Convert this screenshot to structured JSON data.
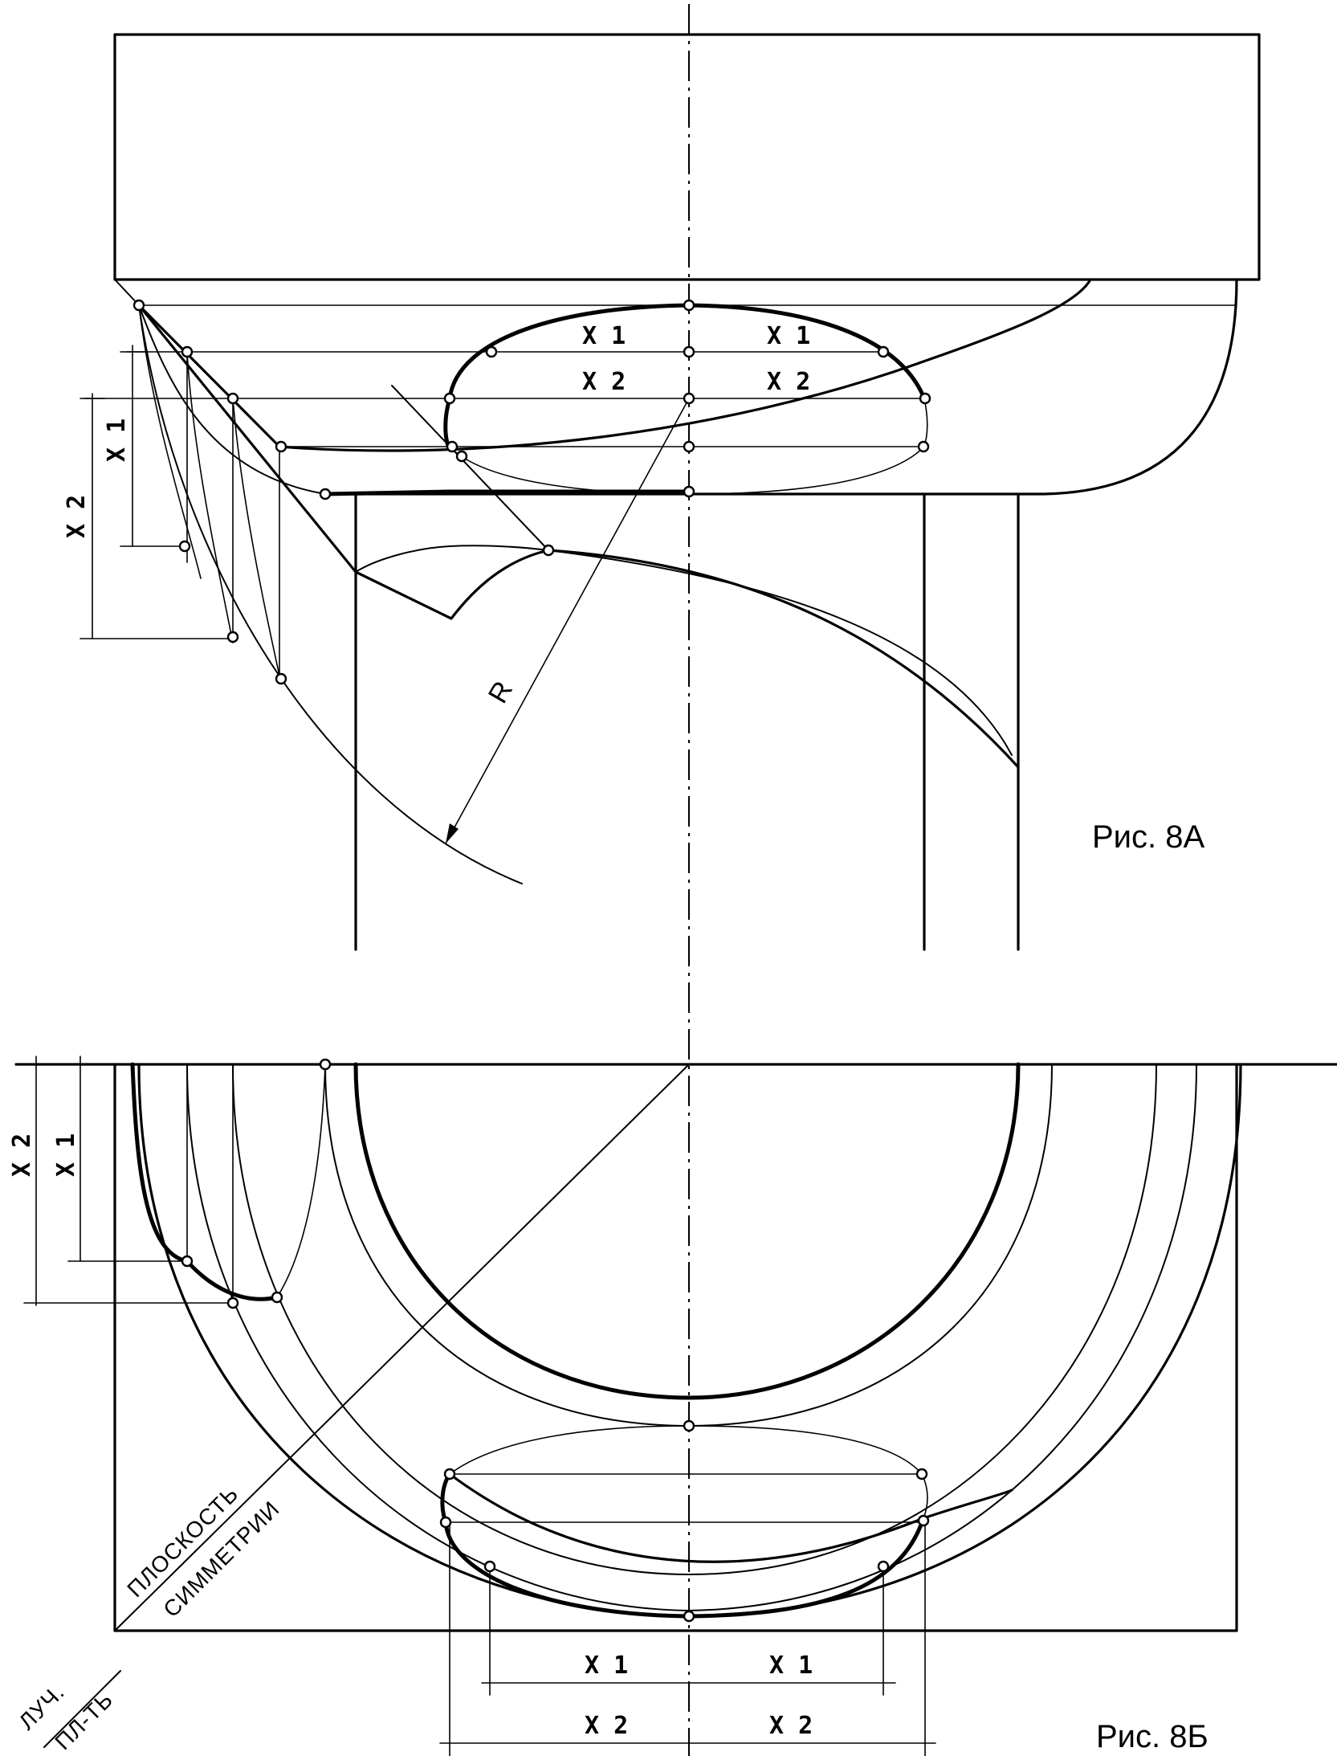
{
  "figure_a": {
    "caption": "Рис. 8А",
    "radius_label": "R"
  },
  "figure_b": {
    "caption": "Рис. 8Б"
  },
  "dimensions": {
    "x1": "X 1",
    "x2": "X 2"
  },
  "plane_labels": {
    "symmetry_line1": "ПЛОСКОСТЬ",
    "symmetry_line2": "СИММЕТРИИ",
    "ray_line1": "ЛУЧ.",
    "ray_line2": "ПЛ-ТЬ"
  }
}
